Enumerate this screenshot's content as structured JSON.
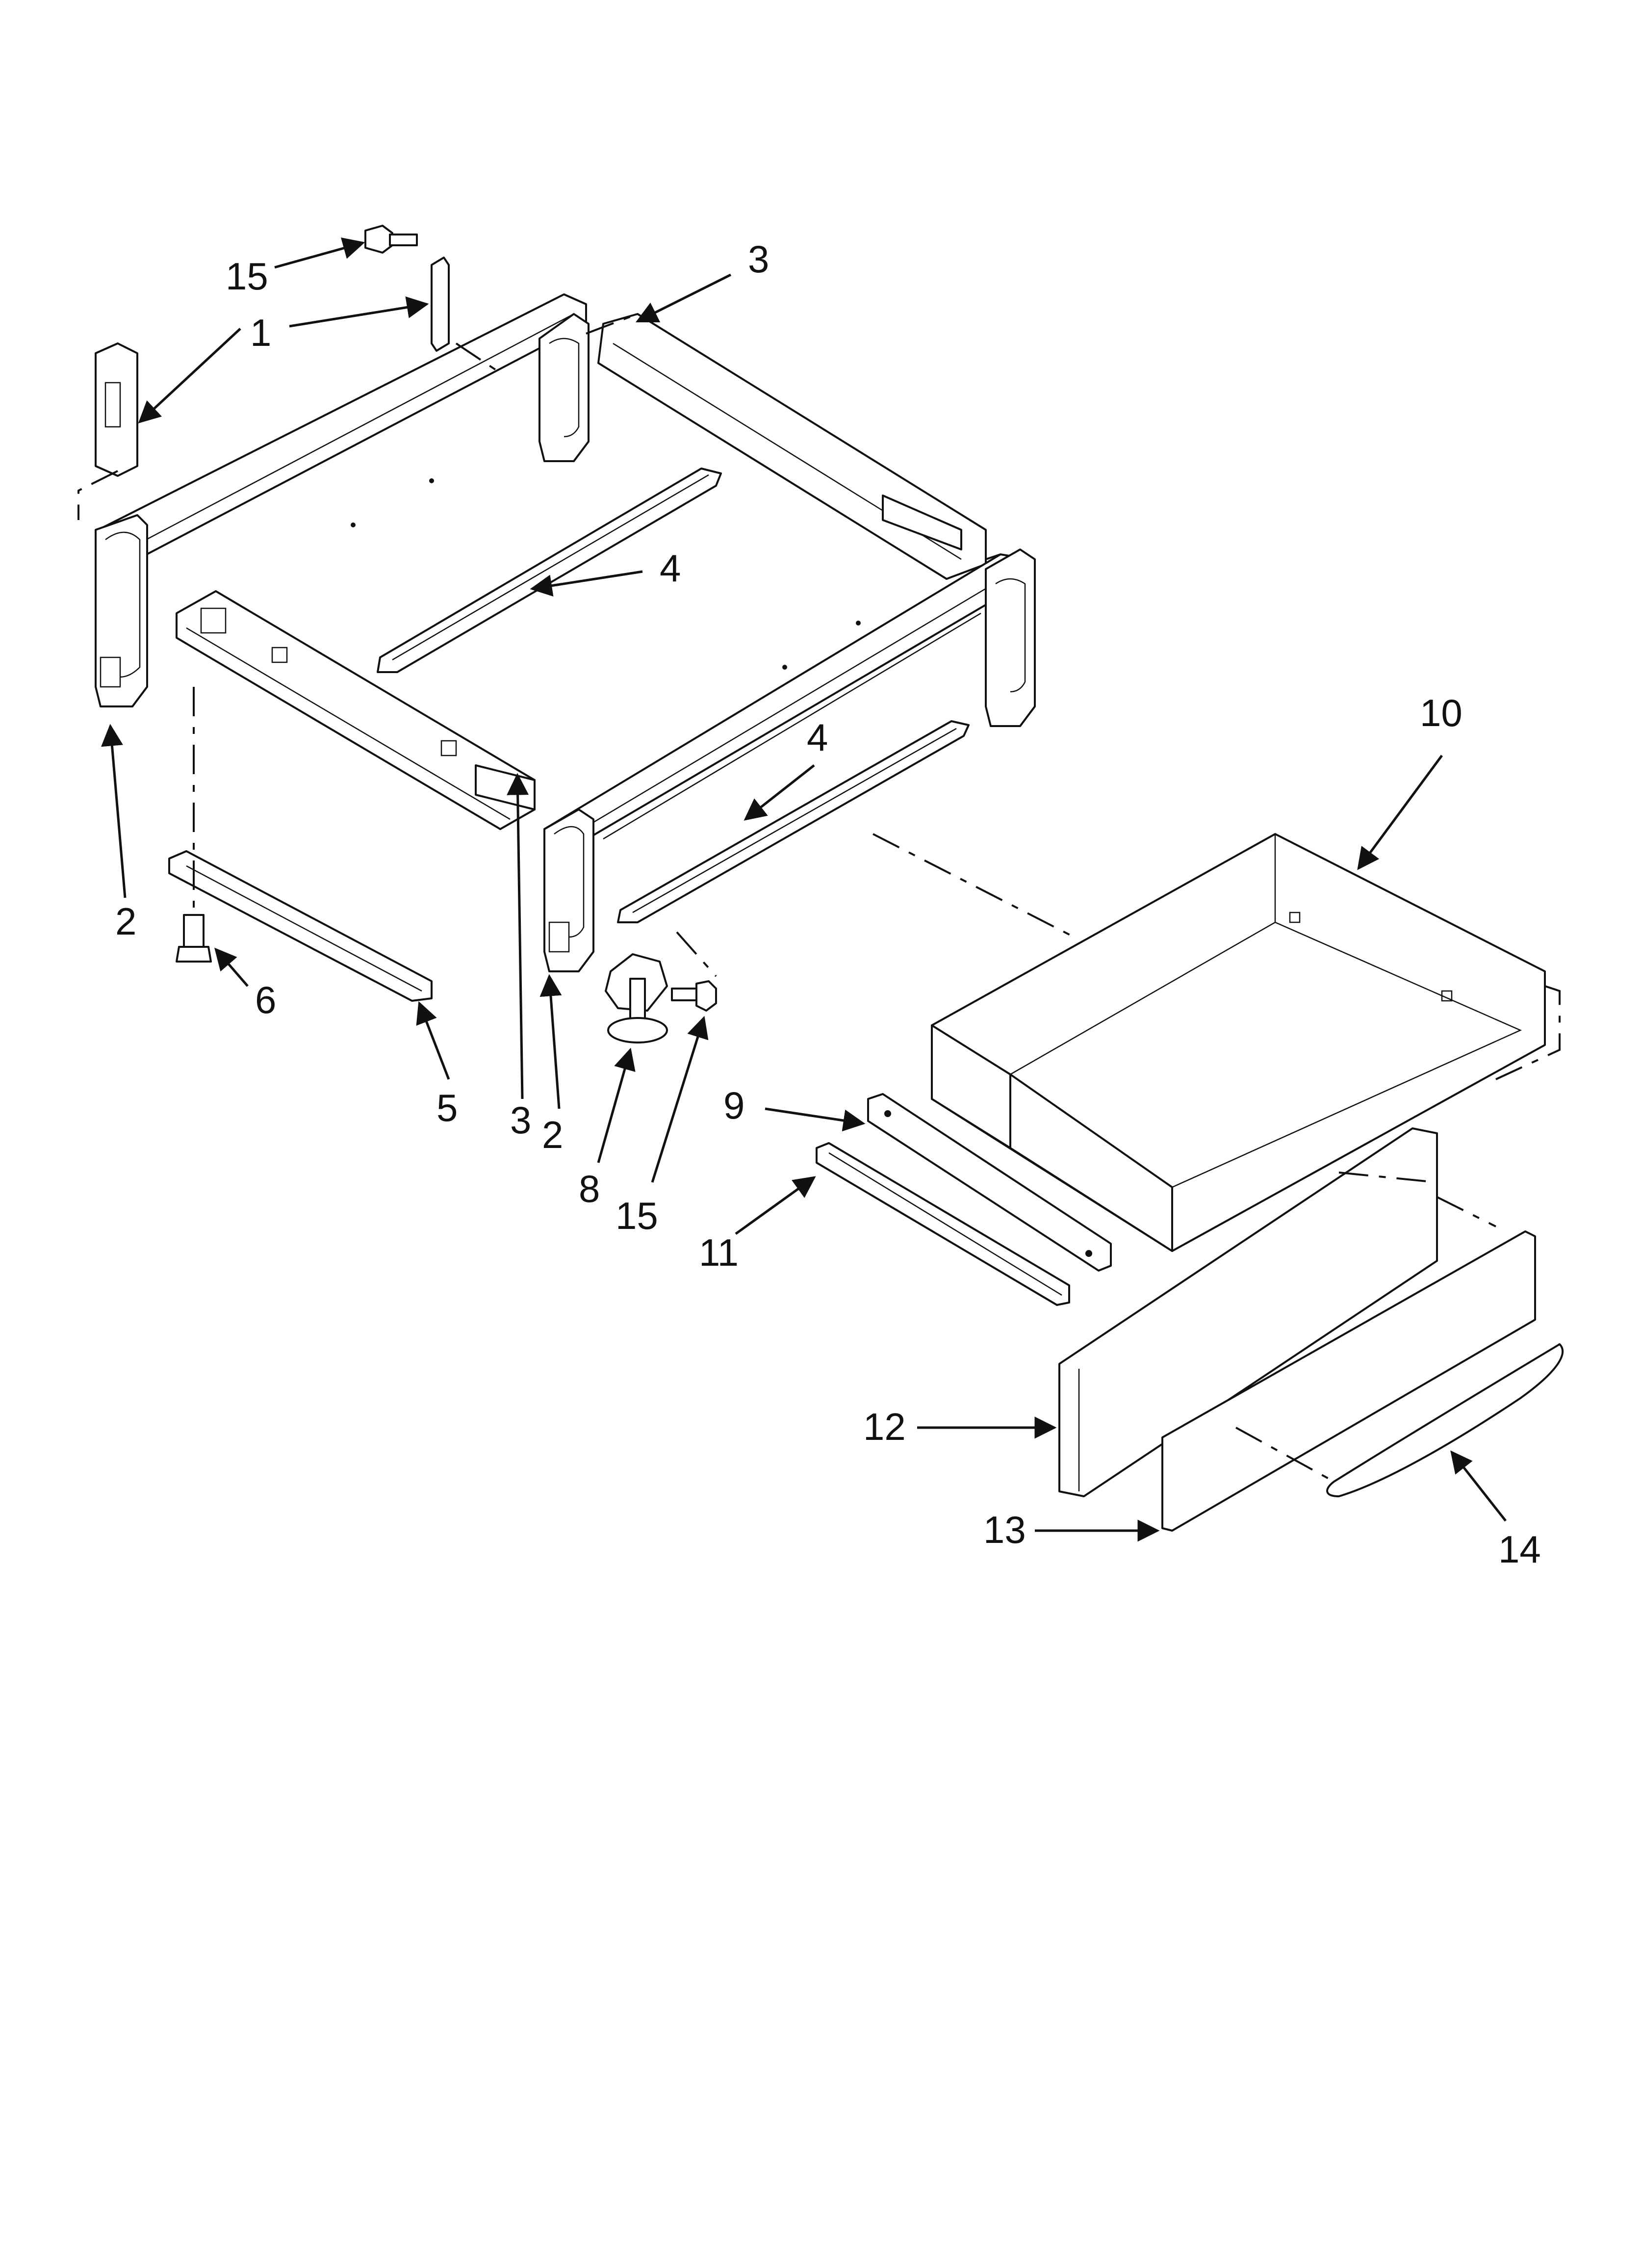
{
  "callouts": [
    {
      "id": "c15a",
      "label": "15"
    },
    {
      "id": "c1",
      "label": "1"
    },
    {
      "id": "c3a",
      "label": "3"
    },
    {
      "id": "c4a",
      "label": "4"
    },
    {
      "id": "c4b",
      "label": "4"
    },
    {
      "id": "c10",
      "label": "10"
    },
    {
      "id": "c2a",
      "label": "2"
    },
    {
      "id": "c6",
      "label": "6"
    },
    {
      "id": "c5",
      "label": "5"
    },
    {
      "id": "c3b",
      "label": "3"
    },
    {
      "id": "c2b",
      "label": "2"
    },
    {
      "id": "c8",
      "label": "8"
    },
    {
      "id": "c15b",
      "label": "15"
    },
    {
      "id": "c9",
      "label": "9"
    },
    {
      "id": "c11",
      "label": "11"
    },
    {
      "id": "c12",
      "label": "12"
    },
    {
      "id": "c13",
      "label": "13"
    },
    {
      "id": "c14",
      "label": "14"
    }
  ]
}
